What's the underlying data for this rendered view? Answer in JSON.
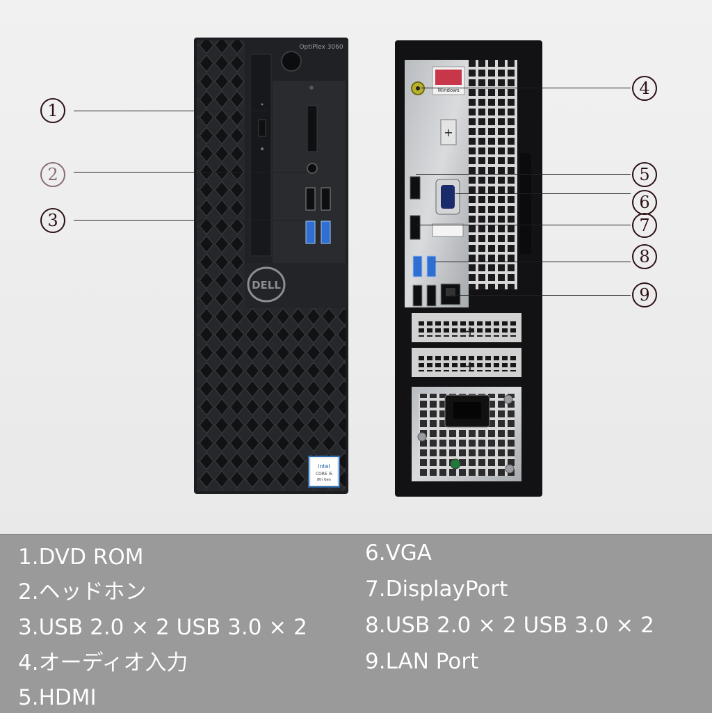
{
  "front_panel": {
    "model_label": "OptiPlex 3060",
    "brand_logo": "DELL",
    "cpu_badge": [
      "intel",
      "CORE i5",
      "8th Gen"
    ]
  },
  "back_panel": {
    "os_sticker": "Windows"
  },
  "callouts": [
    {
      "num": "1"
    },
    {
      "num": "2"
    },
    {
      "num": "3"
    },
    {
      "num": "4"
    },
    {
      "num": "5"
    },
    {
      "num": "6"
    },
    {
      "num": "7"
    },
    {
      "num": "8"
    },
    {
      "num": "9"
    }
  ],
  "specs": [
    "1.DVD ROM",
    "2.ヘッドホン",
    "3.USB 2.0 × 2 USB 3.0 × 2",
    "4.オーディオ入力",
    "5.HDMI",
    "6.VGA",
    "7.DisplayPort",
    "8.USB 2.0 × 2 USB 3.0 × 2",
    "9.LAN Port"
  ],
  "colors": {
    "caption_bg": "#9a9a9a",
    "chassis": "#1c1d20",
    "usb3_blue": "#2f6fd1",
    "marker": "#2b0f14"
  }
}
